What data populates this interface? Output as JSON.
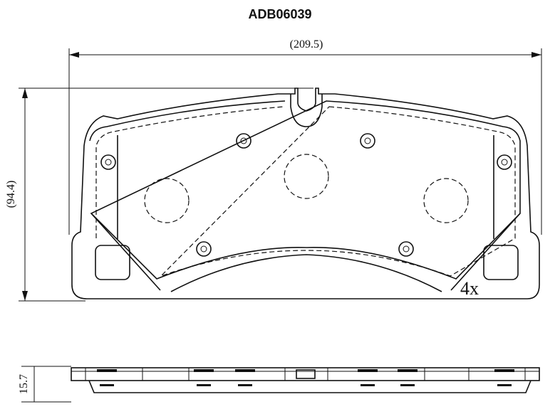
{
  "part_number": "ADB06039",
  "dimensions": {
    "width": "(209.5)",
    "height": "(94.4)",
    "thickness": "15.7"
  },
  "quantity_label": "4x"
}
